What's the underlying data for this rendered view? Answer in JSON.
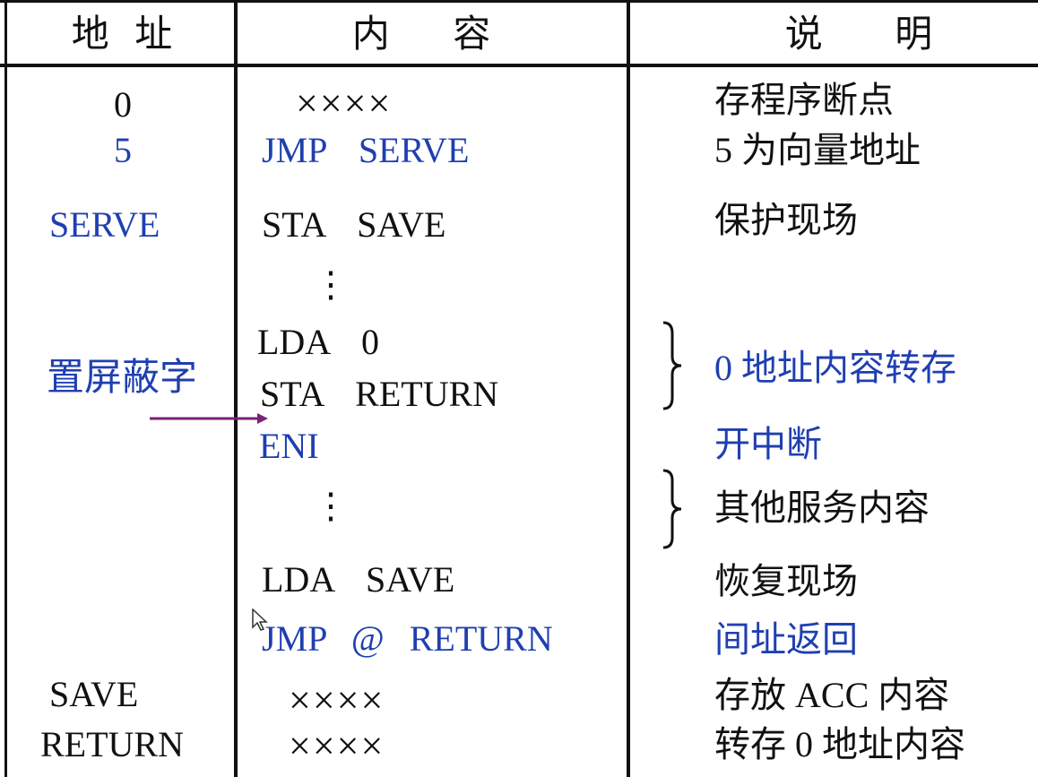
{
  "colors": {
    "text": "#111111",
    "highlight": "#1f3fb0",
    "arrow": "#7a1f7a",
    "rule": "#111111"
  },
  "header": {
    "address": "地 址",
    "content": "内 容",
    "note": "说 明"
  },
  "rows": {
    "addr_0": "0",
    "addr_5": "5",
    "addr_serve": "SERVE",
    "addr_mask": "置屏蔽字",
    "addr_save": "SAVE",
    "addr_return": "RETURN",
    "c_xxxx1": "××××",
    "c_jmp_serve": "JMP SERVE",
    "c_sta_save": "STA SAVE",
    "c_dots1": "⋮",
    "c_lda0": "LDA 0",
    "c_sta_return": "STA RETURN",
    "c_eni": "ENI",
    "c_dots2": "⋮",
    "c_lda_save": "LDA SAVE",
    "c_jmp_ret": "JMP @ RETURN",
    "c_xxxx2": "××××",
    "c_xxxx3": "××××",
    "n_breakpoint": "存程序断点",
    "n_vector": "5 为向量地址",
    "n_protect": "保护现场",
    "n_transfer": "0 地址内容转存",
    "n_open_int": "开中断",
    "n_other": "其他服务内容",
    "n_restore": "恢复现场",
    "n_indirect": "间址返回",
    "n_acc": "存放 ACC 内容",
    "n_addr0": "转存 0 地址内容"
  },
  "icons": {
    "arrow": "right-arrow-icon",
    "brace": "right-curly-brace-icon",
    "cursor": "mouse-pointer-icon"
  }
}
